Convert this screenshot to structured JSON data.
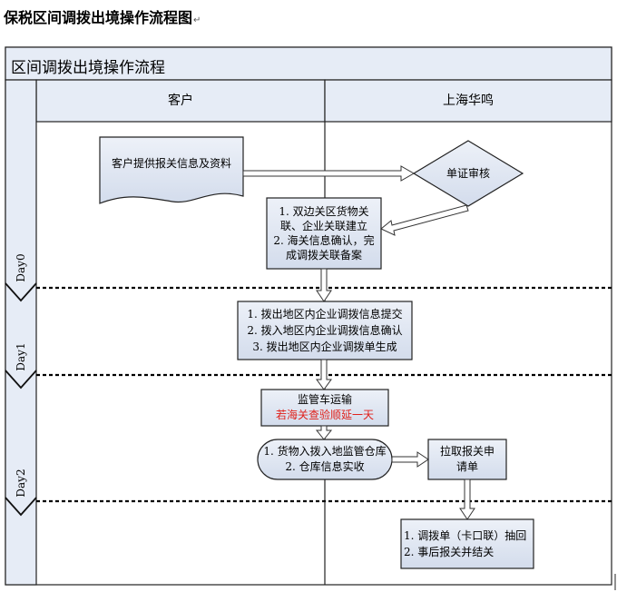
{
  "document": {
    "title": "保税区间调拨出境操作流程图",
    "title_mark": "↵"
  },
  "diagram": {
    "title": "区间调拨出境操作流程",
    "lanes": [
      "客户",
      "上海华鸣"
    ],
    "days": [
      "Day0",
      "Day1",
      "Day2"
    ],
    "nodes": {
      "customer_doc": "客户提供报关信息及资料",
      "review": "单证审核",
      "link_setup": [
        "1. 双边关区货物关",
        "联、企业关联建立",
        "2. 海关信息确认，完",
        "成调拨关联备案"
      ],
      "transfer_info": [
        "1. 拨出地区内企业调拨信息提交",
        "2. 拨入地区内企业调拨信息确认",
        "3. 拨出地区内企业调拨单生成"
      ],
      "transport": "监管车运输",
      "transport_note": "若海关查验顺延一天",
      "warehouse": [
        "1. 货物入拨入地监管仓库",
        "2. 仓库信息实收"
      ],
      "declaration": [
        "拉取报关申",
        "请单"
      ],
      "closing": [
        "1. 调拨单（卡口联）抽回",
        "2. 事后报关并结关"
      ]
    },
    "colors": {
      "box_fill": "#dce4f2",
      "border": "#1a1a1a",
      "note_red": "#e0201a"
    }
  }
}
